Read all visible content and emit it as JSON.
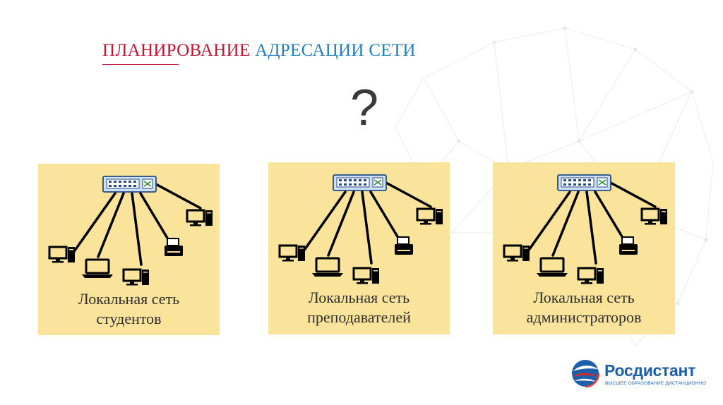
{
  "slide": {
    "title_part1": "ПЛАНИРОВАНИЕ",
    "title_part2": "АДРЕСАЦИИ СЕТИ",
    "question_mark": "?",
    "colors": {
      "red": "#c8102e",
      "blue": "#1f7fc0",
      "panel": "#fae49b",
      "brand": "#1f5fa8"
    }
  },
  "panels": [
    {
      "line1": "Локальная сеть",
      "line2": "студентов"
    },
    {
      "line1": "Локальная сеть",
      "line2": "преподавателей"
    },
    {
      "line1": "Локальная сеть",
      "line2": "администраторов"
    }
  ],
  "logo": {
    "name": "Росдистант",
    "tagline": "ВЫСШЕЕ ОБРАЗОВАНИЕ ДИСТАНЦИОННО"
  }
}
